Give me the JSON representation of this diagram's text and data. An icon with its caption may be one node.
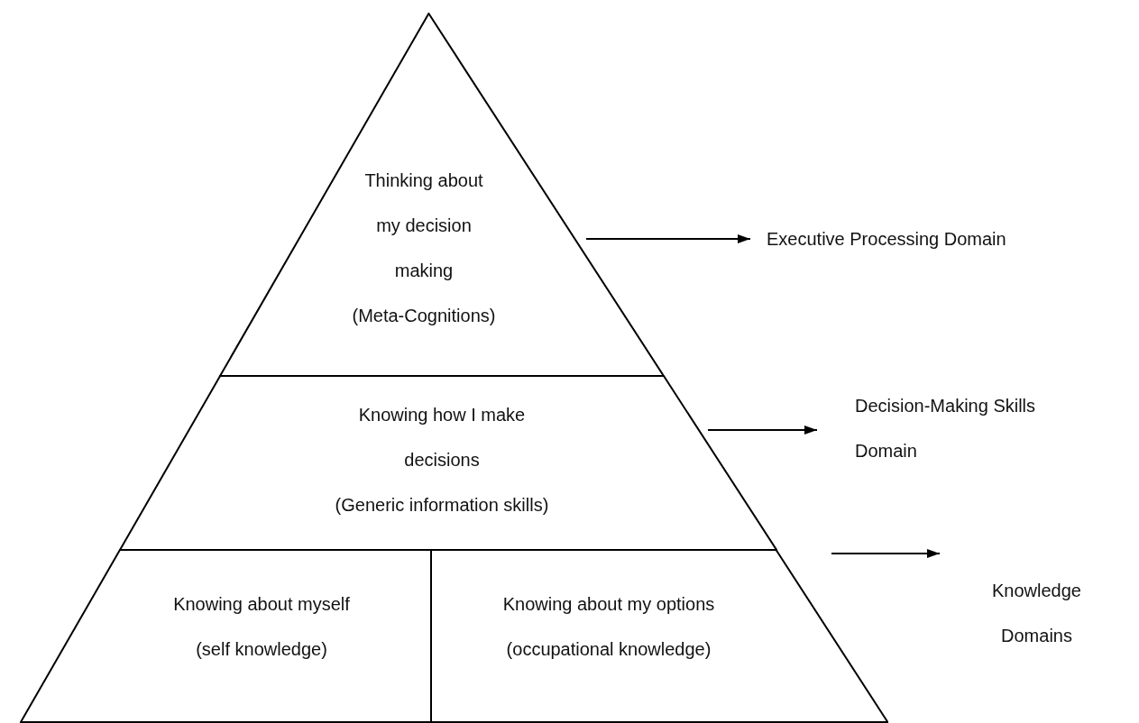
{
  "diagram": {
    "nodes": [
      {
        "text": [
          "Thinking about my decision making",
          "(Meta-Cognitions)"
        ]
      },
      {
        "text": [
          "Knowing how I make decisions",
          "(Generic information skills)"
        ]
      },
      {
        "text": [
          "Knowing about myself",
          "(self knowledge)"
        ]
      },
      {
        "text": [
          "Knowing about my options",
          "(occupational knowledge)"
        ]
      },
      {
        "text": [
          "Executive Processing Domain"
        ]
      },
      {
        "text": [
          "Decision-Making Skills Domain"
        ]
      },
      {
        "text": [
          "Knowledge Domains"
        ]
      }
    ],
    "edges": [
      {
        "from": 0,
        "to": 4,
        "arrow": "to"
      },
      {
        "from": 1,
        "to": 5,
        "arrow": "to"
      },
      {
        "from": 3,
        "to": 6,
        "arrow": "to"
      }
    ]
  }
}
